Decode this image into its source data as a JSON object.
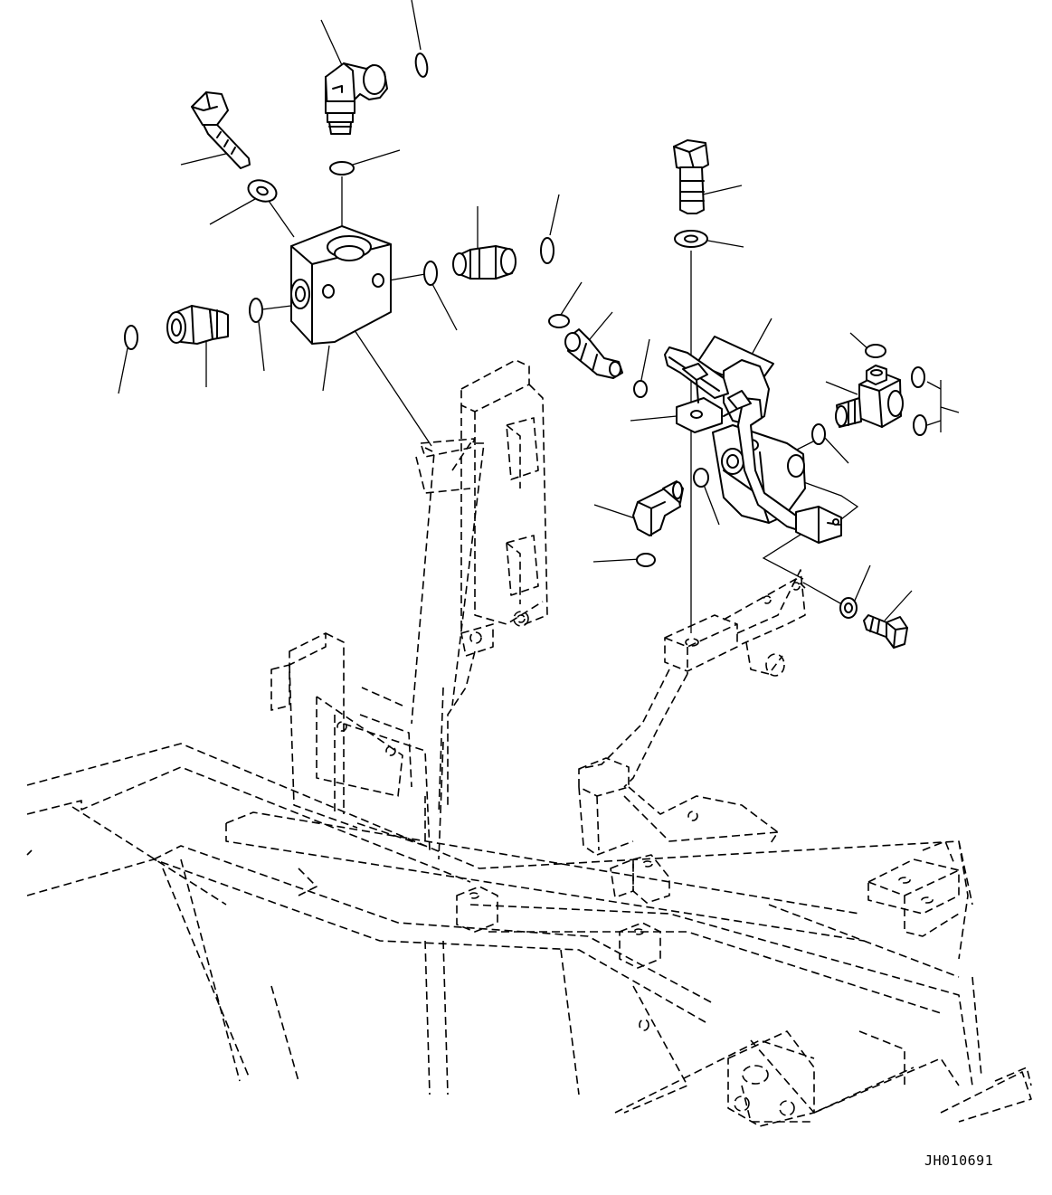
{
  "drawing": {
    "number": "JH010691"
  },
  "parts": [
    {
      "id": "bolt-valve-block"
    },
    {
      "id": "elbow-fitting-top"
    },
    {
      "id": "o-ring-top"
    },
    {
      "id": "washer-left"
    },
    {
      "id": "o-ring-block-top"
    },
    {
      "id": "valve-block"
    },
    {
      "id": "straight-fitting-left"
    },
    {
      "id": "o-ring-left"
    },
    {
      "id": "o-ring-left-inner"
    },
    {
      "id": "straight-fitting-right"
    },
    {
      "id": "o-ring-right"
    },
    {
      "id": "o-ring-right-inner"
    },
    {
      "id": "bolt-sensor-mount"
    },
    {
      "id": "washer-sensor-mount"
    },
    {
      "id": "angled-fitting-small"
    },
    {
      "id": "o-ring-small"
    },
    {
      "id": "sensor-valve-assembly"
    },
    {
      "id": "clamp-bracket"
    },
    {
      "id": "tee-fitting"
    },
    {
      "id": "o-ring-tee-left"
    },
    {
      "id": "o-ring-tee-right-upper"
    },
    {
      "id": "o-ring-tee-right-lower"
    },
    {
      "id": "elbow-fitting-lower"
    },
    {
      "id": "o-ring-lower"
    },
    {
      "id": "o-ring-valve-side"
    },
    {
      "id": "washer-bracket"
    },
    {
      "id": "bolt-bracket"
    }
  ]
}
